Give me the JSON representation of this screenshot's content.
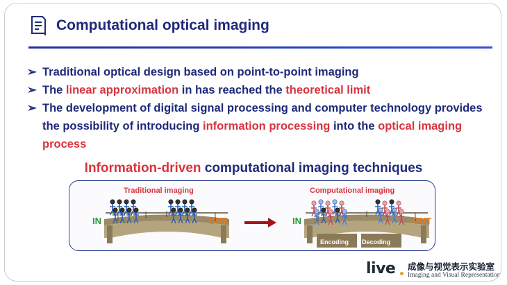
{
  "header": {
    "title": "Computational optical imaging"
  },
  "bullets": [
    {
      "text": "Traditional optical design based on point-to-point imaging"
    },
    {
      "pre": "The ",
      "hl1": "linear approximation",
      "mid": " in has reached the ",
      "hl2": "theoretical limit"
    },
    {
      "pre": "The development of digital signal processing and computer technology provides the possibility of introducing ",
      "hl1": "information processing",
      "mid": " into the ",
      "hl2": "optical imaging process"
    }
  ],
  "subhead": {
    "highlight": "Information-driven",
    "rest": " computational imaging techniques"
  },
  "figure": {
    "traditional_label": "Traditional imaging",
    "computational_label": "Computational imaging",
    "in_label": "IN",
    "out_label": "OUT",
    "encoding_label": "Encoding",
    "decoding_label": "Decoding"
  },
  "logo": {
    "mark": "live",
    "cn": "成像与视觉表示实验室",
    "en": "Imaging and Visual Representation"
  },
  "colors": {
    "navy": "#1f2a7a",
    "highlight": "#d8343e",
    "in": "#2d9a3c",
    "out": "#e07a1f",
    "arrow": "#a3161c"
  },
  "icons": [
    "document-icon",
    "right-arrow-icon",
    "bridge-illustration"
  ]
}
